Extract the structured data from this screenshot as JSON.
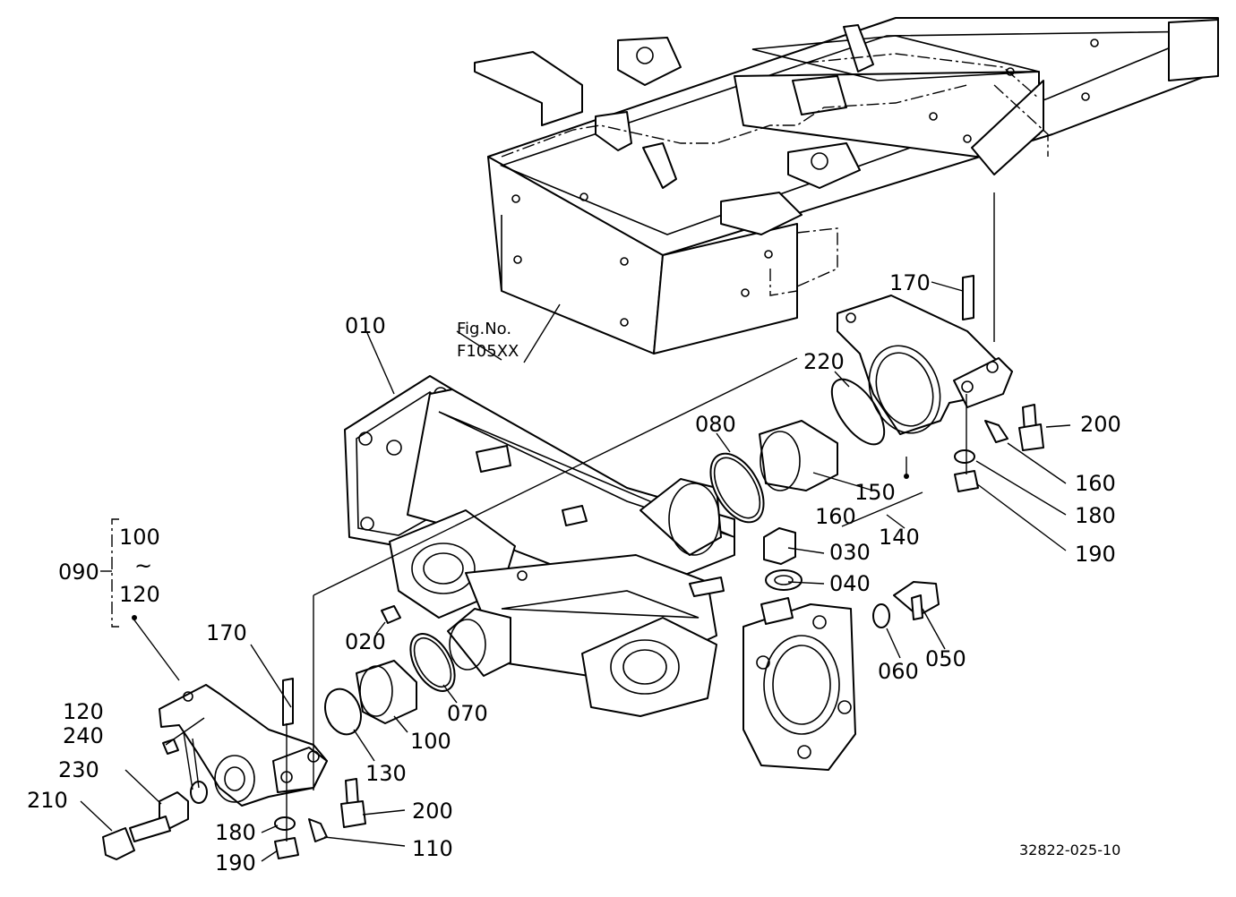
{
  "drawing_code": "32822-025-10",
  "figure_reference": {
    "line1": "Fig.No.",
    "line2": "F105XX"
  },
  "range_group": {
    "id": "090",
    "from": "100",
    "tilde": "~",
    "to": "120"
  },
  "callouts": {
    "p010": "010",
    "p020": "020",
    "p030": "030",
    "p040": "040",
    "p050": "050",
    "p060": "060",
    "p070": "070",
    "p080": "080",
    "p100": "100",
    "p110": "110",
    "p120": "120",
    "p130": "130",
    "p140": "140",
    "p150": "150",
    "p160_a": "160",
    "p160_b": "160",
    "p170_a": "170",
    "p170_b": "170",
    "p180_a": "180",
    "p180_b": "180",
    "p190_a": "190",
    "p190_b": "190",
    "p200_a": "200",
    "p200_b": "200",
    "p210": "210",
    "p220": "220",
    "p230": "230",
    "p240": "240"
  }
}
